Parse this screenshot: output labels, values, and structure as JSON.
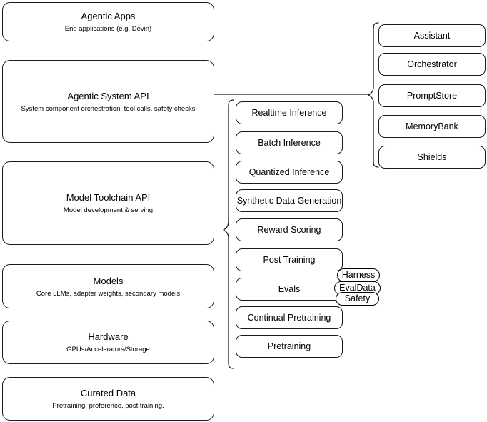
{
  "diagram": {
    "layers": [
      {
        "title": "Agentic Apps",
        "subtitle": "End applications (e.g. Devin)"
      },
      {
        "title": "Agentic System API",
        "subtitle": "System component orchestration, tool calls, safety checks"
      },
      {
        "title": "Model Toolchain API",
        "subtitle": "Model development & serving"
      },
      {
        "title": "Models",
        "subtitle": "Core LLMs, adapter weights, secondary models"
      },
      {
        "title": "Hardware",
        "subtitle": "GPUs/Accelerators/Storage"
      },
      {
        "title": "Curated Data",
        "subtitle": "Pretraining, preference, post training."
      }
    ],
    "toolchain_capabilities": [
      {
        "label": "Realtime Inference"
      },
      {
        "label": "Batch Inference"
      },
      {
        "label": "Quantized Inference"
      },
      {
        "label": "Synthetic Data Generation"
      },
      {
        "label": "Reward Scoring"
      },
      {
        "label": "Post Training"
      },
      {
        "label": "Evals"
      },
      {
        "label": "Continual Pretraining"
      },
      {
        "label": "Pretraining"
      }
    ],
    "system_components": [
      {
        "label": "Assistant"
      },
      {
        "label": "Orchestrator"
      },
      {
        "label": "PromptStore"
      },
      {
        "label": "MemoryBank"
      },
      {
        "label": "Shields"
      }
    ],
    "eval_pills": [
      {
        "label": "Harness"
      },
      {
        "label": "EvalData"
      },
      {
        "label": "Safety"
      }
    ],
    "colors": {
      "stroke": "#1a1a1a",
      "background": "#ffffff",
      "text": "#000000"
    }
  }
}
